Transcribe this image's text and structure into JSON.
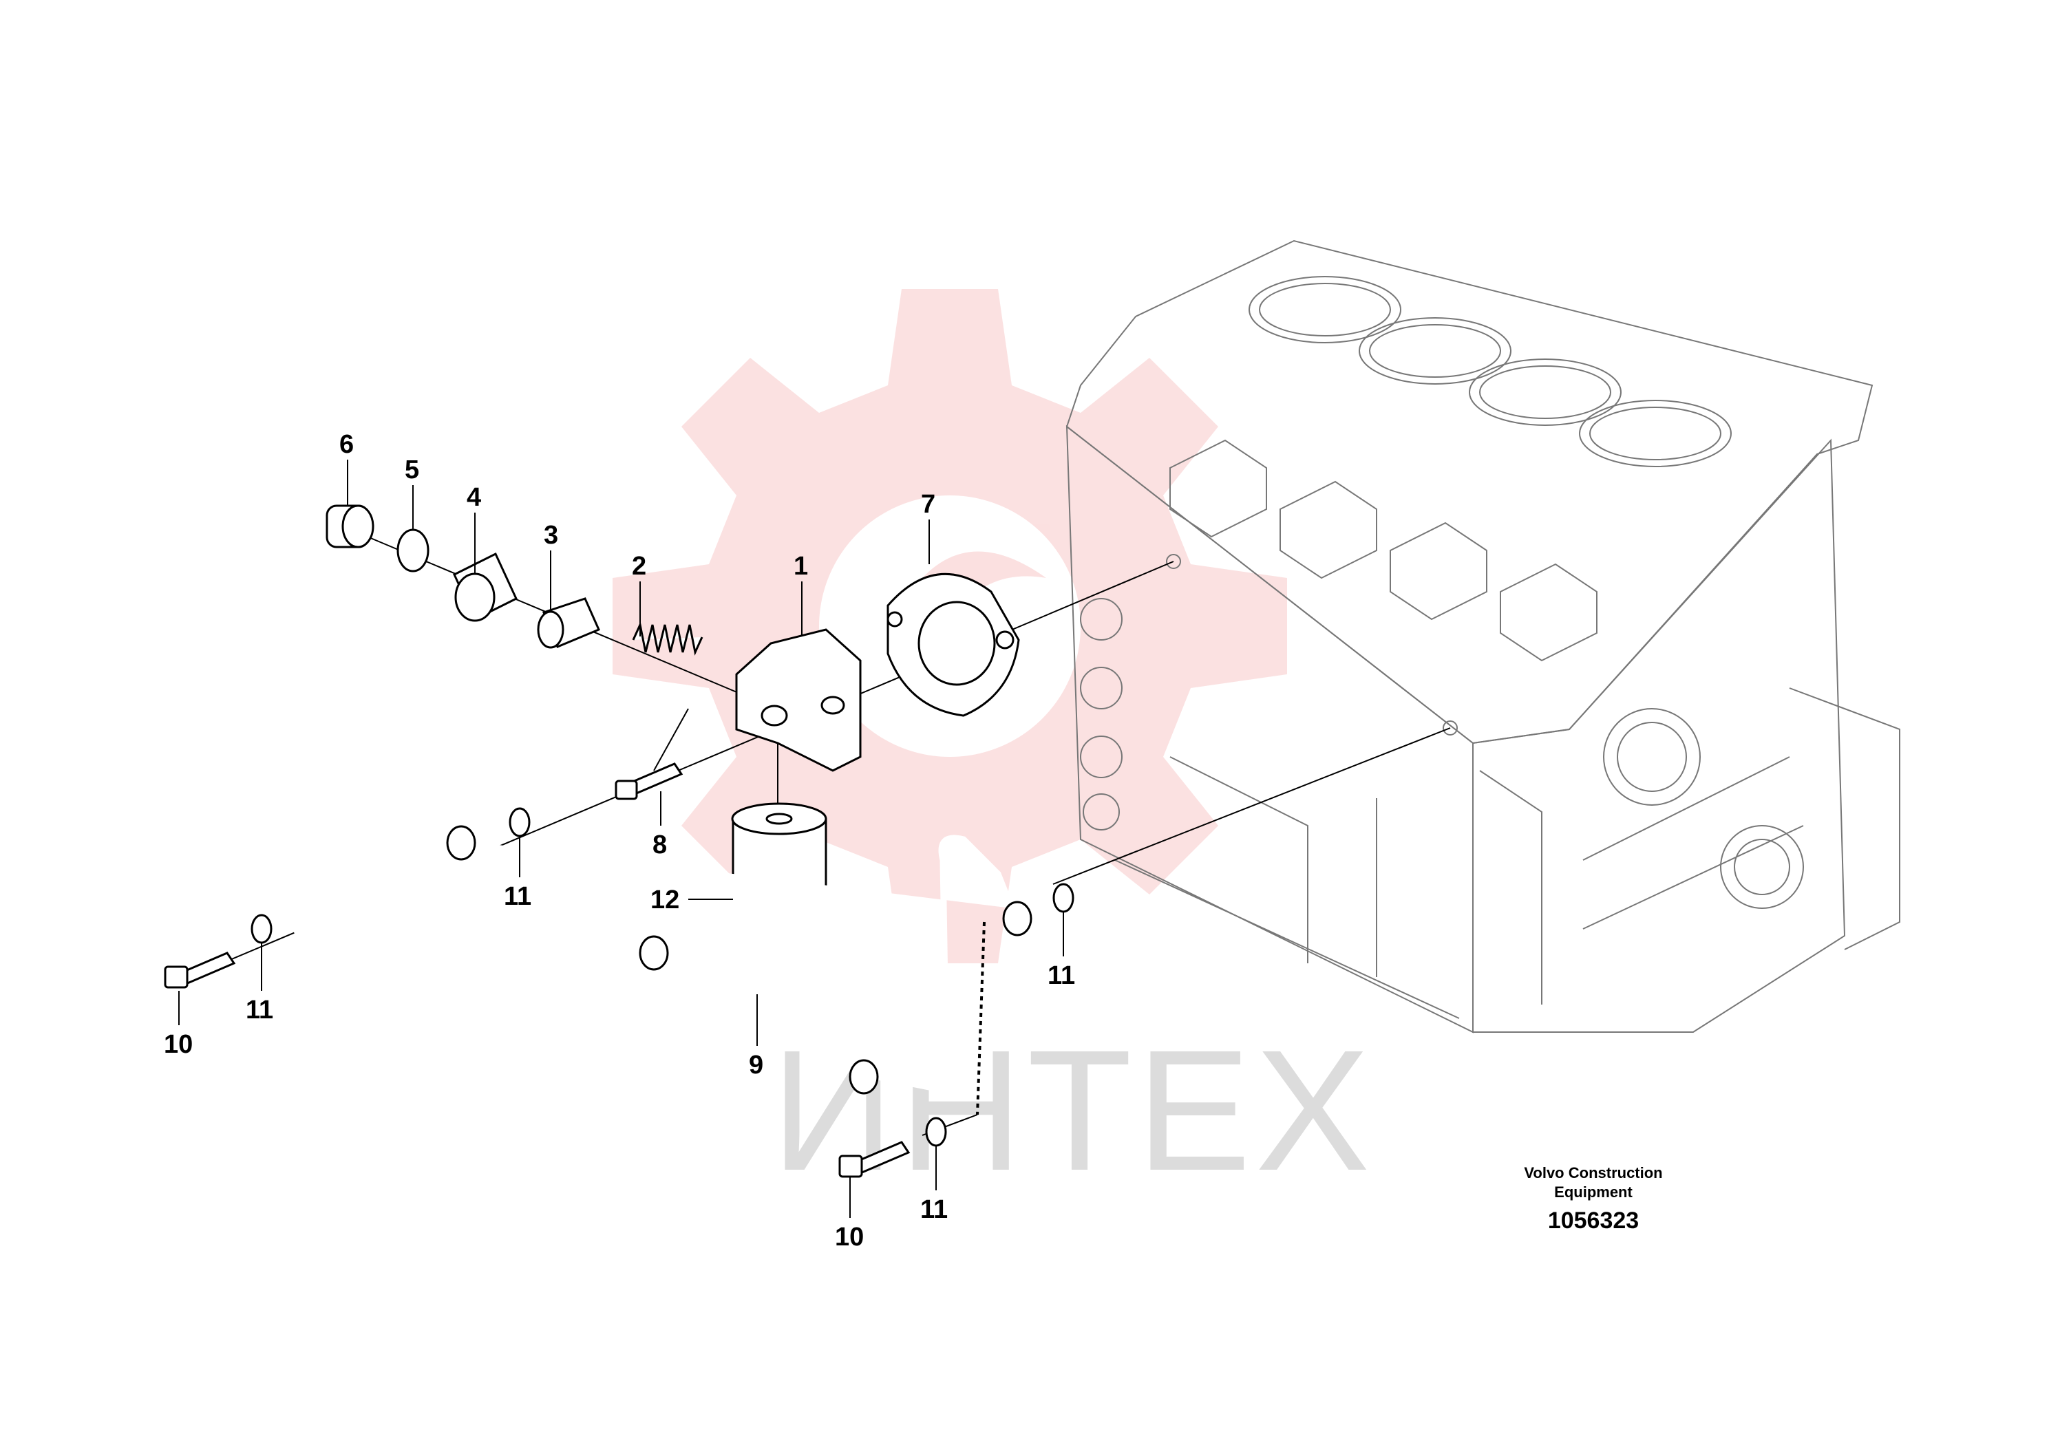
{
  "diagram": {
    "callouts": {
      "c1": "1",
      "c2": "2",
      "c3": "3",
      "c4": "4",
      "c5": "5",
      "c6": "6",
      "c7": "7",
      "c8": "8",
      "c9": "9",
      "c10a": "10",
      "c10b": "10",
      "c11a": "11",
      "c11b": "11",
      "c11c": "11",
      "c11d": "11",
      "c12": "12"
    },
    "watermark_text": "ИНТЕХ",
    "watermark_color": "#e94545",
    "credit_line1": "Volvo Construction",
    "credit_line2": "Equipment",
    "document_number": "1056323"
  }
}
